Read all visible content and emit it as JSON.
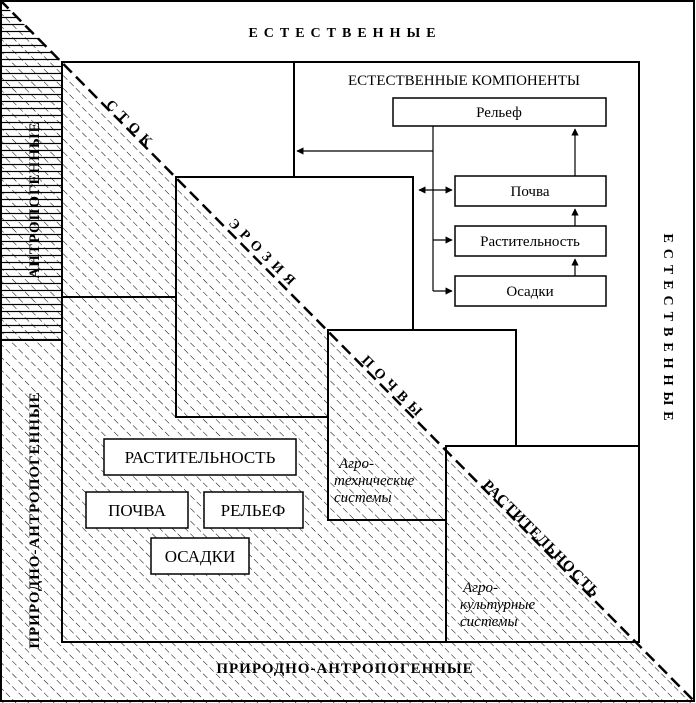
{
  "outer": {
    "top": "ЕСТЕСТВЕННЫЕ",
    "right": "ЕСТЕСТВЕННЫЕ",
    "left_upper": "АНТРОПОГЕННЫЕ",
    "left_lower": "ПРИРОДНО-АНТРОПОГЕННЫЕ",
    "bottom": "ПРИРОДНО-АНТРОПОГЕННЫЕ"
  },
  "diagonal": {
    "stok": "СТОК",
    "eroziya": "ЭРОЗИЯ",
    "pochvy": "ПОЧВЫ",
    "rastitelnost": "РАСТИТЕЛЬНОСТЬ"
  },
  "components": {
    "title": "ЕСТЕСТВЕННЫЕ КОМПОНЕНТЫ",
    "relief": "Рельеф",
    "soil": "Почва",
    "vegetation": "Растительность",
    "precipitation": "Осадки"
  },
  "lower_boxes": {
    "vegetation": "РАСТИТЕЛЬНОСТЬ",
    "soil": "ПОЧВА",
    "relief": "РЕЛЬЕФ",
    "precipitation": "ОСАДКИ"
  },
  "systems": {
    "agrotech": [
      "Агро-",
      "технические",
      "системы"
    ],
    "agrocult": [
      "Агро-",
      "культурные",
      "системы"
    ]
  }
}
